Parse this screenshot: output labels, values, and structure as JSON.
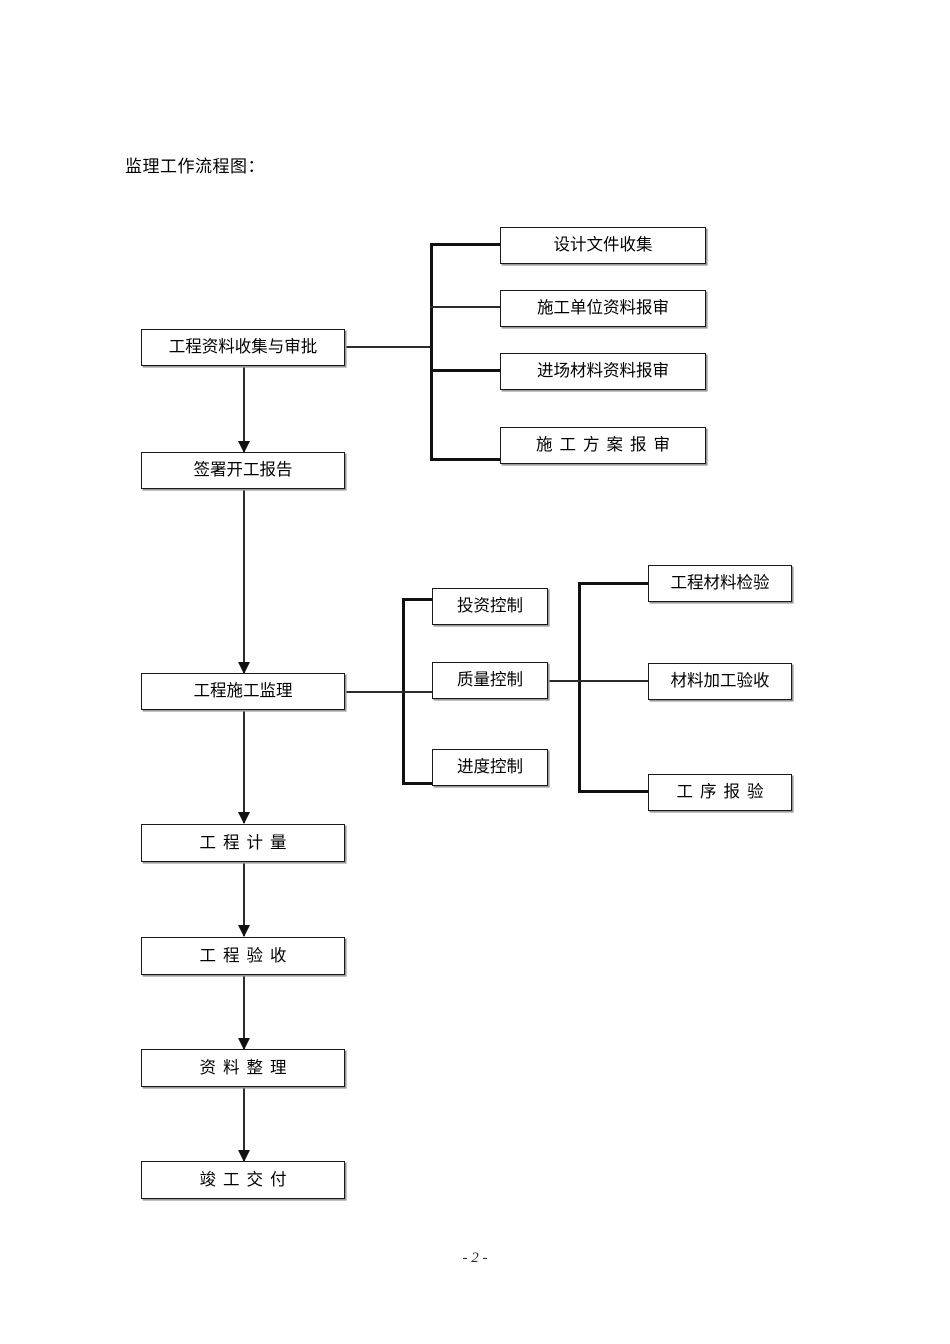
{
  "document": {
    "title": "监理工作流程图：",
    "page_number": "- 2 -"
  },
  "flowchart": {
    "type": "flowchart",
    "orientation": "top-to-bottom with right-side branches",
    "main_column": [
      {
        "id": "n1",
        "label": "工程资料收集与审批",
        "spaced": false
      },
      {
        "id": "n2",
        "label": "签署开工报告",
        "spaced": false
      },
      {
        "id": "n3",
        "label": "工程施工监理",
        "spaced": false
      },
      {
        "id": "n4",
        "label": "工程计量",
        "spaced": true
      },
      {
        "id": "n5",
        "label": "工程验收",
        "spaced": true
      },
      {
        "id": "n6",
        "label": "资料整理",
        "spaced": true
      },
      {
        "id": "n7",
        "label": "竣工交付",
        "spaced": true
      }
    ],
    "branch_documents": {
      "parent": "工程资料收集与审批",
      "items": [
        {
          "id": "d1",
          "label": "设计文件收集",
          "spaced": false
        },
        {
          "id": "d2",
          "label": "施工单位资料报审",
          "spaced": false
        },
        {
          "id": "d3",
          "label": "进场材料资料报审",
          "spaced": false
        },
        {
          "id": "d4",
          "label": "施工方案报审",
          "spaced": true
        }
      ]
    },
    "branch_controls": {
      "parent": "工程施工监理",
      "items": [
        {
          "id": "c1",
          "label": "投资控制",
          "spaced": false
        },
        {
          "id": "c2",
          "label": "质量控制",
          "spaced": false
        },
        {
          "id": "c3",
          "label": "进度控制",
          "spaced": false
        }
      ]
    },
    "branch_inspections": {
      "parent": "质量控制",
      "items": [
        {
          "id": "i1",
          "label": "工程材料检验",
          "spaced": false
        },
        {
          "id": "i2",
          "label": "材料加工验收",
          "spaced": false
        },
        {
          "id": "i3",
          "label": "工序报验",
          "spaced": true
        }
      ]
    },
    "colors": {
      "box_border": "#1a1a1a",
      "box_shadow": "#9a9a9a",
      "connector": "#2b2b2b",
      "background": "#ffffff"
    }
  }
}
